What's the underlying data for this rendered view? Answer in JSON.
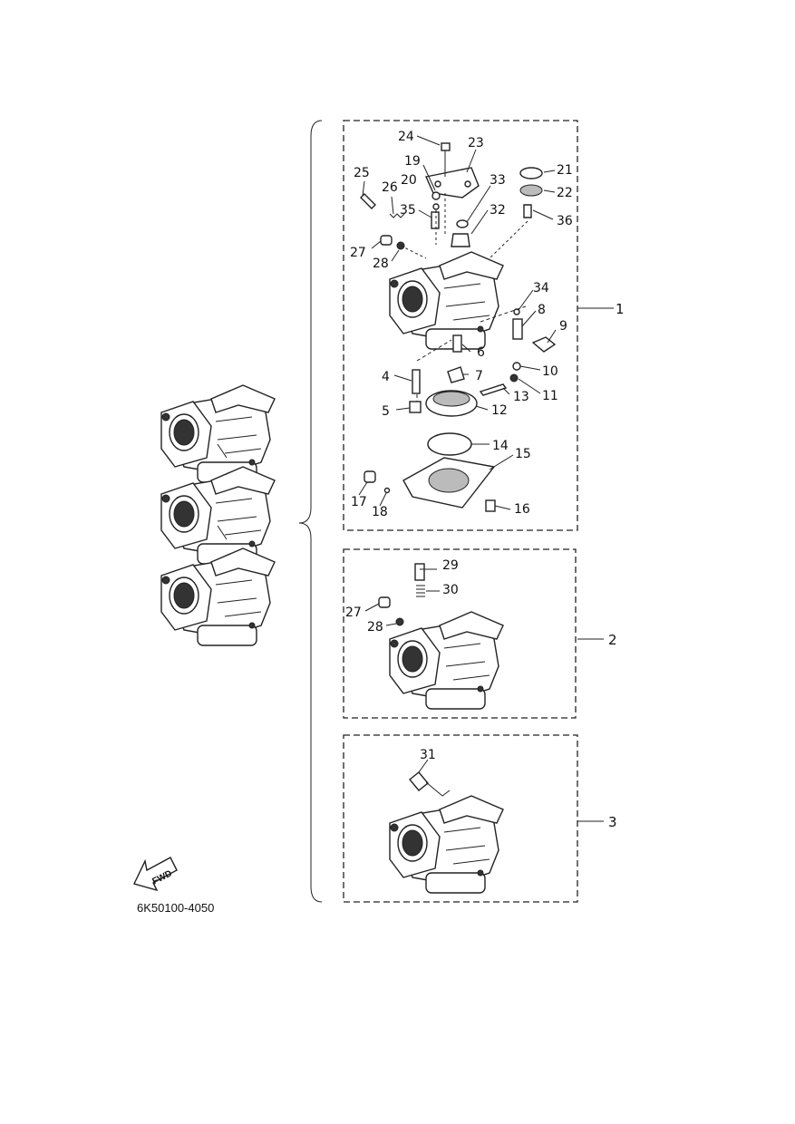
{
  "drawing_code": "6K50100-4050",
  "fwd_label": "FWD",
  "assemblies": [
    {
      "ref": "1"
    },
    {
      "ref": "2"
    },
    {
      "ref": "3"
    }
  ],
  "callouts": [
    {
      "id": "24"
    },
    {
      "id": "23"
    },
    {
      "id": "21"
    },
    {
      "id": "22"
    },
    {
      "id": "19"
    },
    {
      "id": "20"
    },
    {
      "id": "33"
    },
    {
      "id": "25"
    },
    {
      "id": "26"
    },
    {
      "id": "35"
    },
    {
      "id": "32"
    },
    {
      "id": "36"
    },
    {
      "id": "27"
    },
    {
      "id": "28"
    },
    {
      "id": "34"
    },
    {
      "id": "8"
    },
    {
      "id": "9"
    },
    {
      "id": "6"
    },
    {
      "id": "10"
    },
    {
      "id": "4"
    },
    {
      "id": "7"
    },
    {
      "id": "11"
    },
    {
      "id": "13"
    },
    {
      "id": "12"
    },
    {
      "id": "5"
    },
    {
      "id": "14"
    },
    {
      "id": "15"
    },
    {
      "id": "17"
    },
    {
      "id": "18"
    },
    {
      "id": "16"
    },
    {
      "id": "29"
    },
    {
      "id": "30"
    },
    {
      "id": "27"
    },
    {
      "id": "28"
    },
    {
      "id": "31"
    }
  ]
}
